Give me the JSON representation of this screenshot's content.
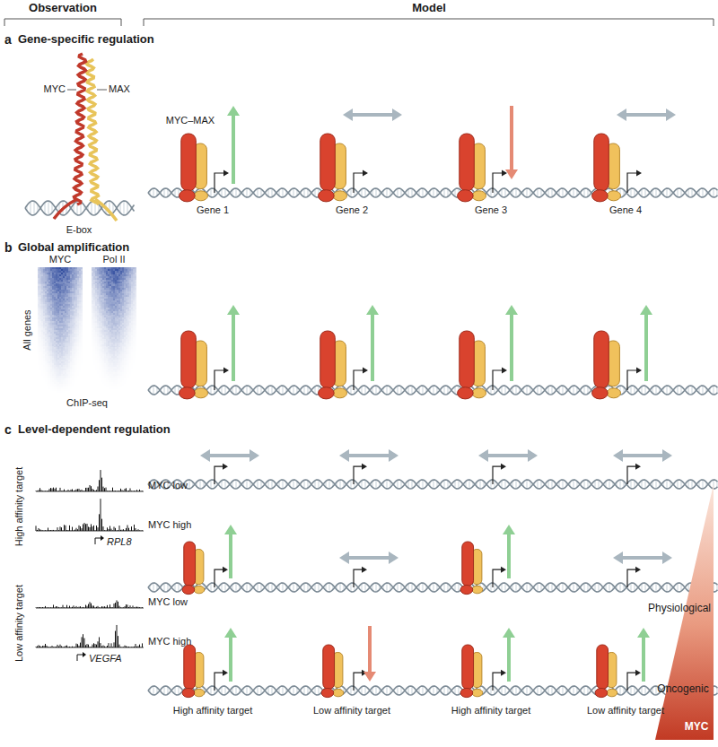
{
  "diagram": {
    "labels": [
      "Observation",
      "Model",
      "a",
      "Gene-specific regulation",
      "MYC",
      "MAX",
      "E-box",
      "MYC–MAX",
      "Gene 1",
      "Gene 2",
      "Gene 3",
      "Gene 4",
      "b",
      "Global amplification",
      "MYC",
      "Pol II",
      "All genes",
      "ChIP-seq",
      "c",
      "Level-dependent regulation",
      "High affinity target",
      "MYC low",
      "MYC high",
      "RPL8",
      "Low affinity target",
      "MYC low",
      "MYC high",
      "VEGFA",
      "Physiological",
      "Oncogenic",
      "MYC",
      "High affinity target",
      "Low affinity target",
      "High affinity target",
      "Low affinity target"
    ]
  }
}
